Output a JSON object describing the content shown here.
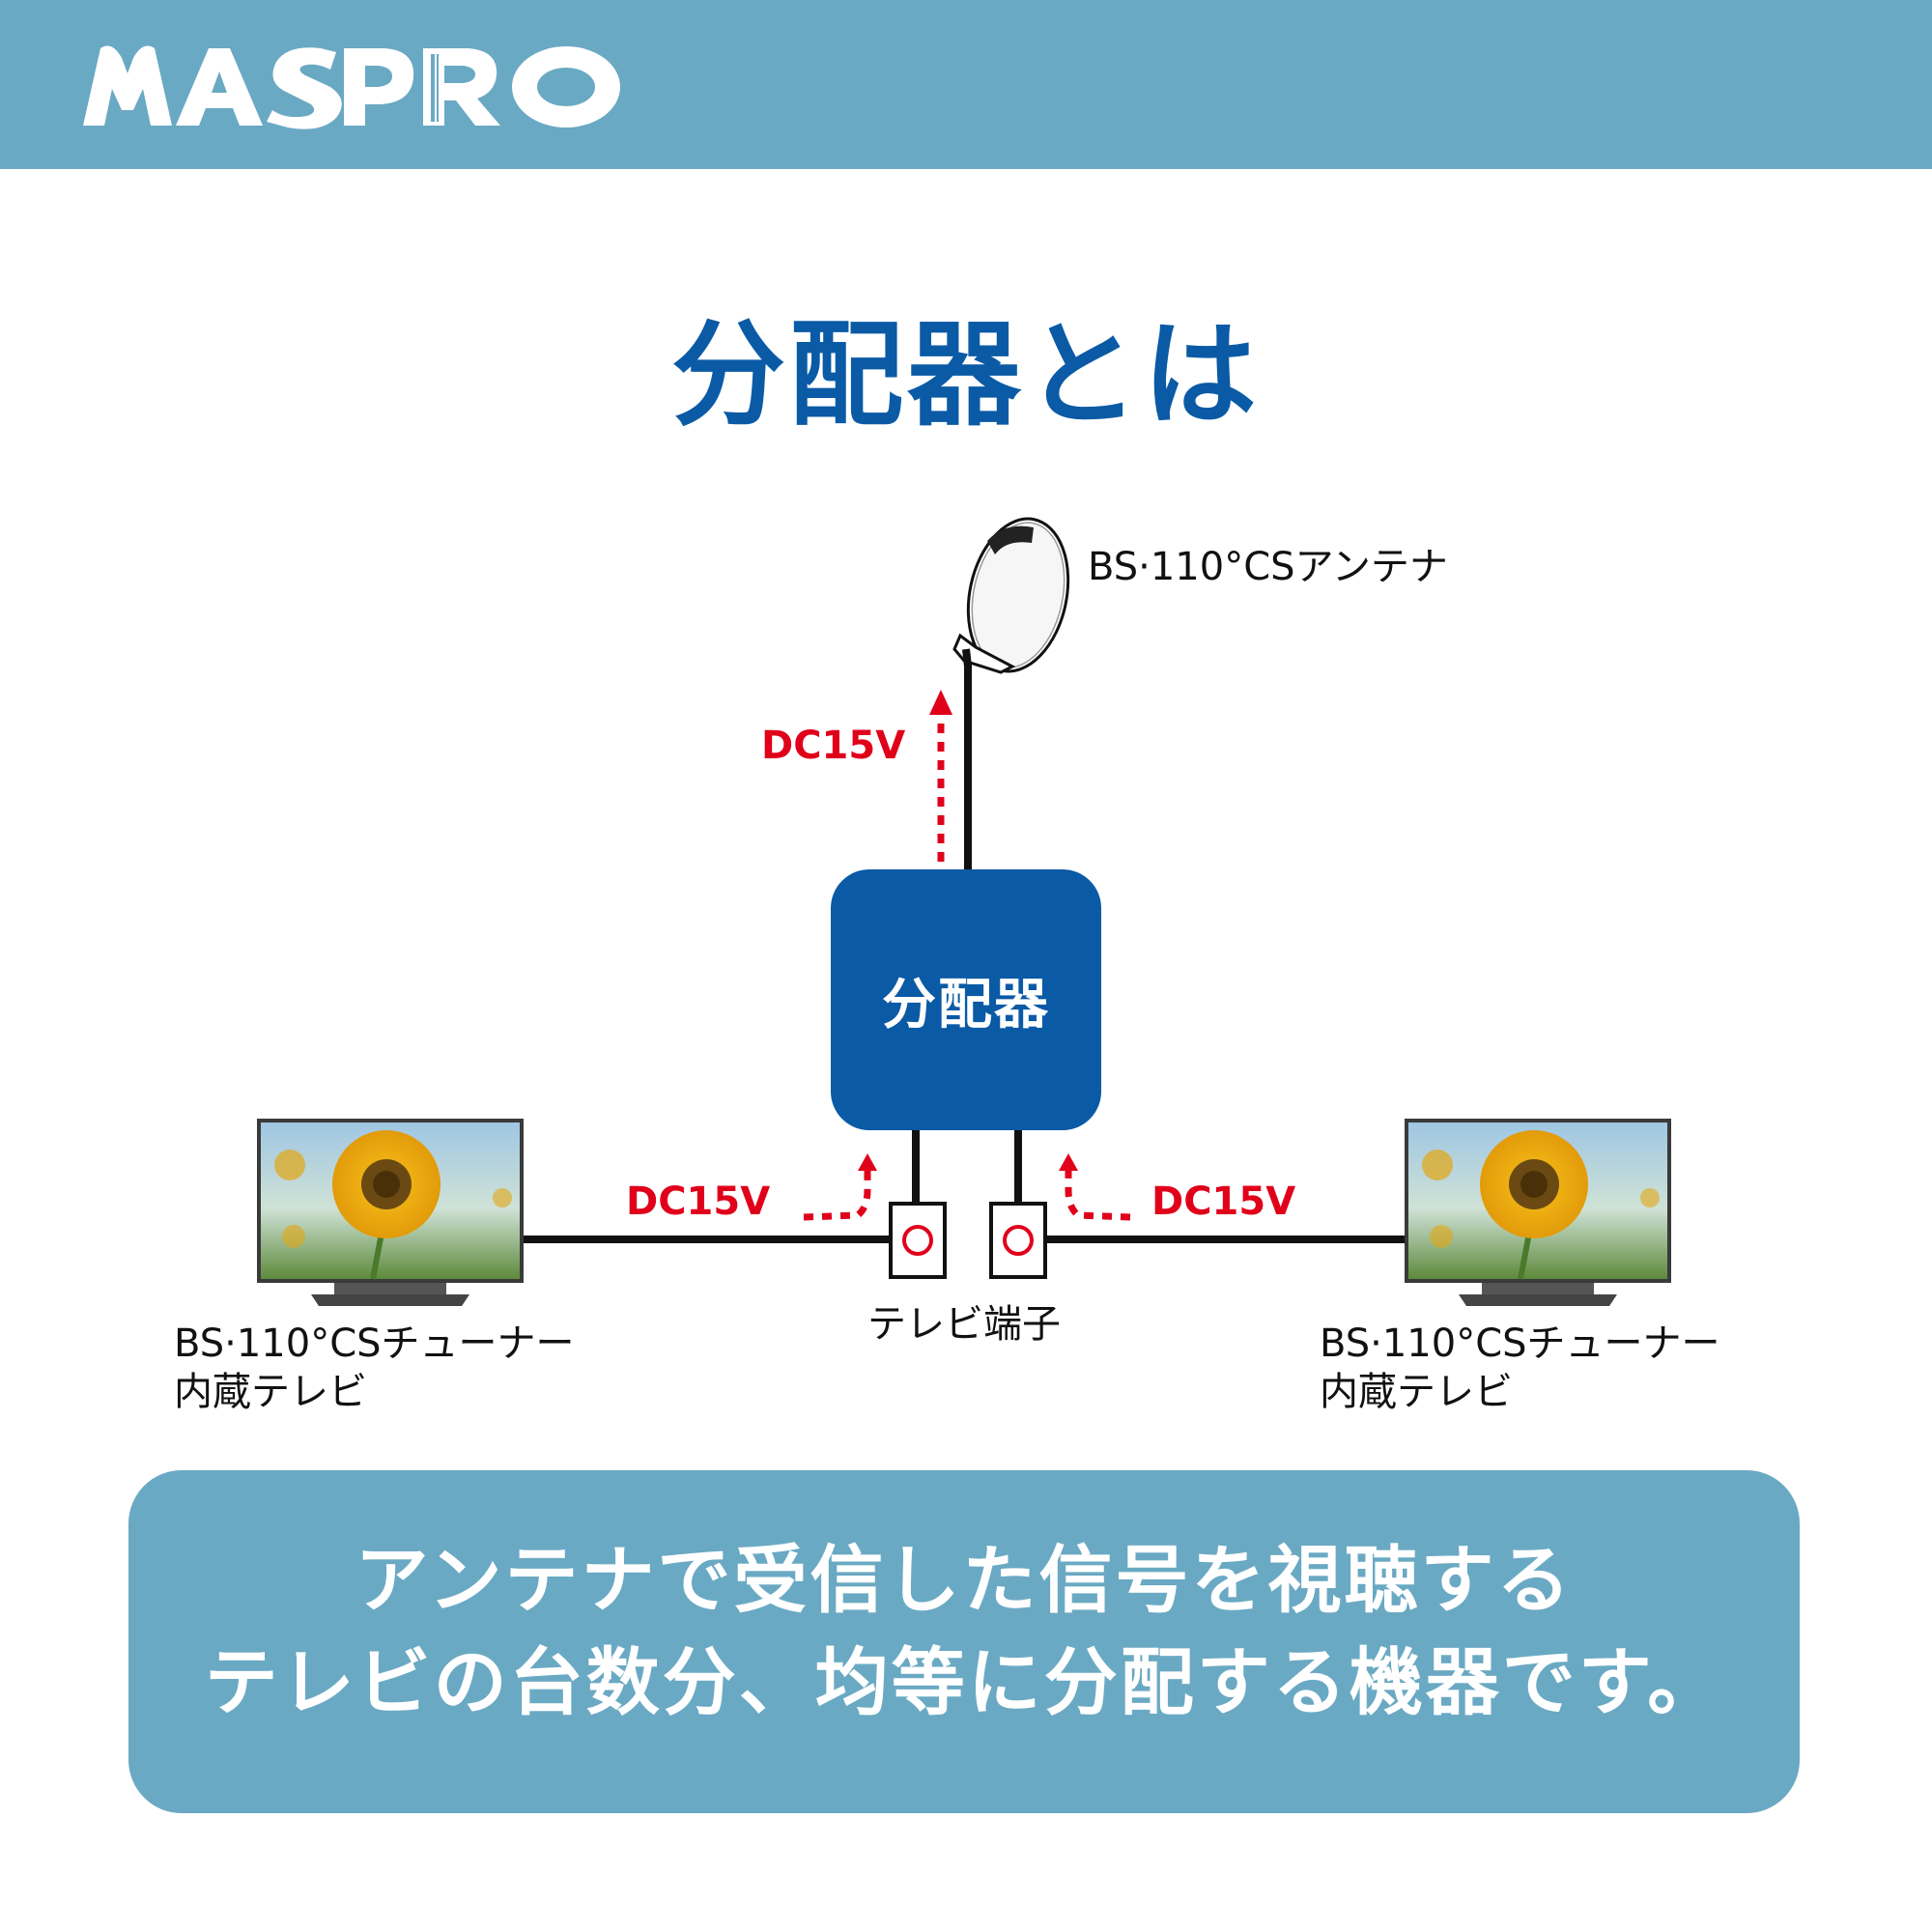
{
  "brand": {
    "logo_text": "MASPRO",
    "header_color": "#6aa9c3"
  },
  "title": "分配器とは",
  "diagram": {
    "antenna_label": "BS·110°CSアンテナ",
    "splitter_label": "分配器",
    "voltage_label": "DC15V",
    "outlet_label": "テレビ端子",
    "tv_label_line1": "BS·110°CSチューナー",
    "tv_label_line2": "内蔵テレビ"
  },
  "description": {
    "line1": "アンテナで受信した信号を視聴する",
    "line2": "テレビの台数分、均等に分配する機器です。"
  },
  "colors": {
    "accent_blue": "#0a5aa6",
    "panel": "#6aa9c3",
    "power_arrow": "#e0001a"
  }
}
